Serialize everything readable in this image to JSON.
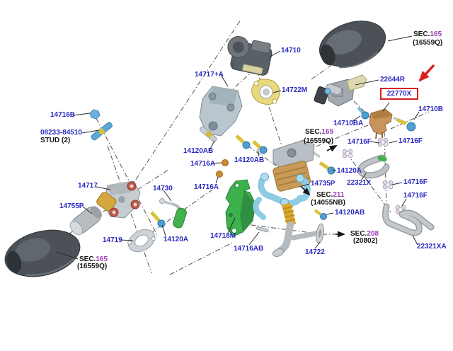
{
  "colors": {
    "label_blue": "#2a2ac0",
    "sec_purple": "#9b3fb5",
    "text_black": "#141414",
    "highlight_red": "#d81f1f",
    "background": "#ffffff"
  },
  "parts": {
    "p14710": "14710",
    "p14717A": "14717+A",
    "p14722M": "14722M",
    "p14716B": "14716B",
    "p14717": "14717",
    "p14755P": "14755P",
    "p14719": "14719",
    "p14730": "14730",
    "p14120A": "14120A",
    "p14120AB": "14120AB",
    "p14716A": "14716A",
    "p14718M": "14718M",
    "p14716AB": "14716AB",
    "p14722": "14722",
    "p14735P": "14735P",
    "p22321X": "22321X",
    "p22321XA": "22321XA",
    "p14716F": "14716F",
    "p22644R": "22644R",
    "p22770X": "22770X",
    "p14710B": "14710B",
    "p14710BA": "14710BA"
  },
  "stud_note": {
    "number": "08233-84510",
    "caption": "STUD (2)"
  },
  "sec_refs": {
    "s165": {
      "prefix": "SEC.",
      "number": "165",
      "code": "(16559Q)"
    },
    "s211": {
      "prefix": "SEC.",
      "number": "211",
      "code": "(14055NB)"
    },
    "s208": {
      "prefix": "SEC.",
      "number": "208",
      "code": "(20802)"
    }
  },
  "highlight": {
    "part_number": "22770X"
  }
}
